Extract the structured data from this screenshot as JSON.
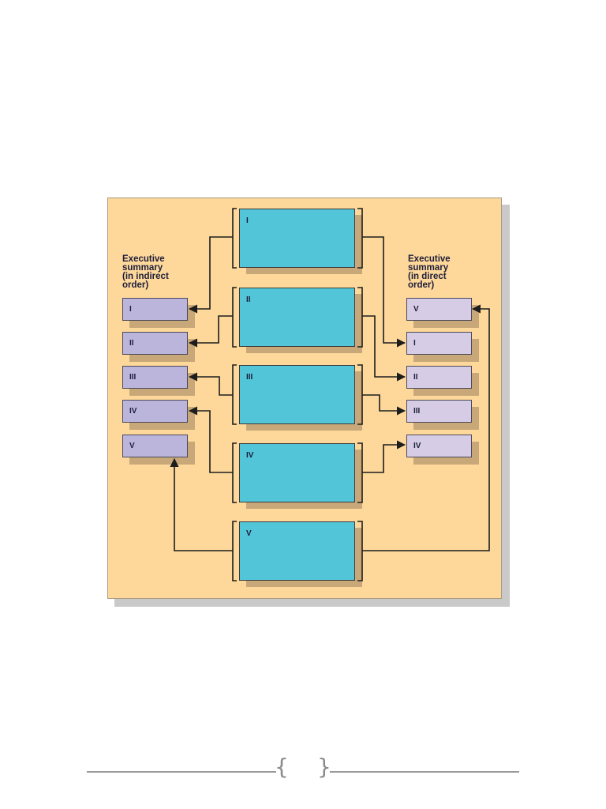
{
  "left_heading": "Executive\nsummary\n(in indirect\norder)",
  "right_heading": "Executive\nsummary\n(in direct\norder)",
  "sections": [
    "I",
    "II",
    "III",
    "IV",
    "V"
  ],
  "left_summary": [
    "I",
    "II",
    "III",
    "IV",
    "V"
  ],
  "right_summary": [
    "V",
    "I",
    "II",
    "III",
    "IV"
  ],
  "colors": {
    "panel": "#fdd89a",
    "section_fill": "#52c6d8",
    "left_summary_fill": "#bbb5dc",
    "right_summary_fill": "#d6cce6"
  }
}
